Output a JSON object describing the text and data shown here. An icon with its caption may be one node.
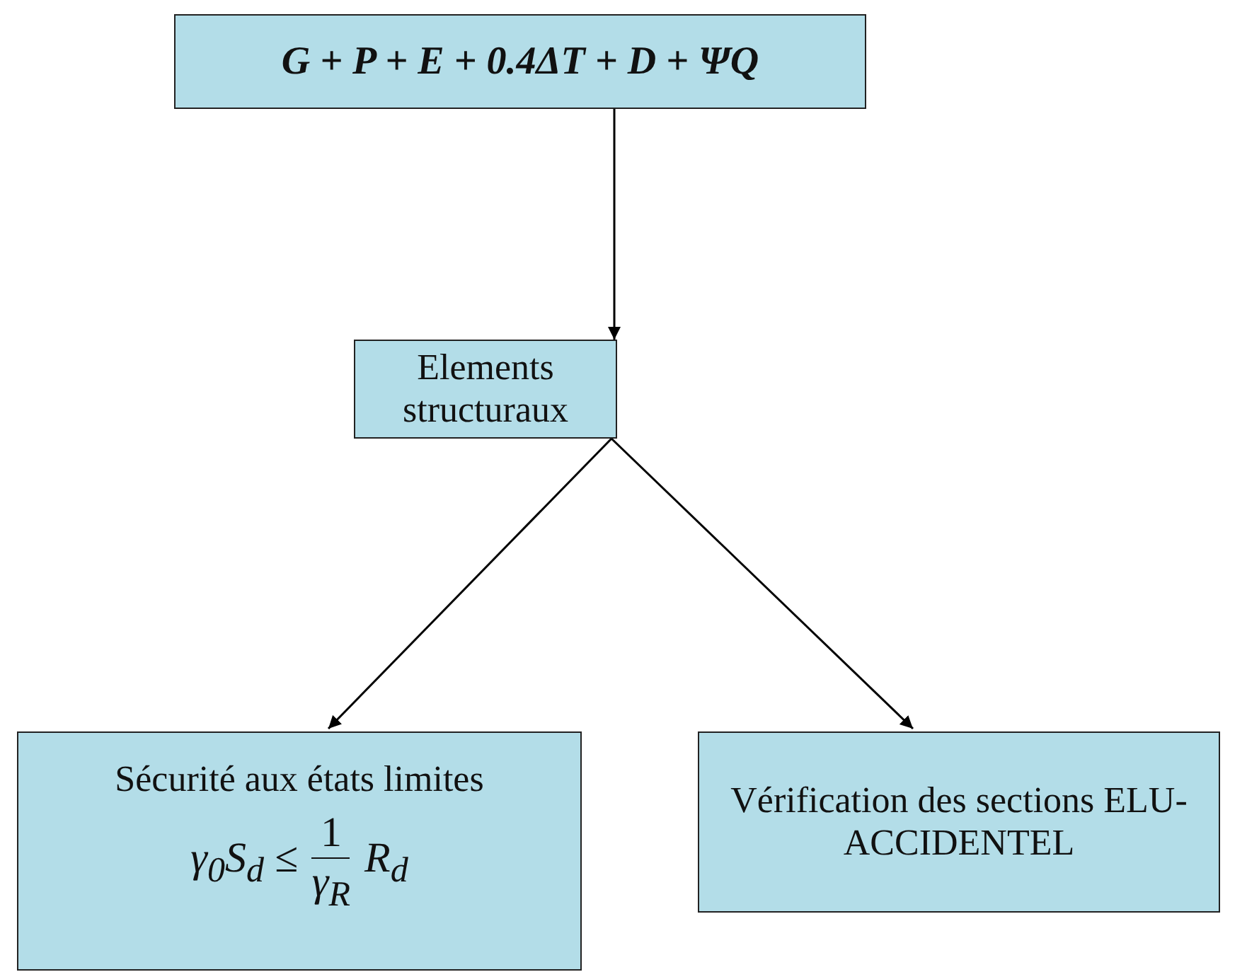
{
  "diagram": {
    "nodes": [
      {
        "text": [
          "G + P + E + 0.4ΔT + D + ΨQ"
        ]
      },
      {
        "text": [
          "Elements structuraux"
        ]
      },
      {
        "text": [
          "Sécurité aux états limites",
          "γ$_{0}$S$_{d}$ ≤",
          "1",
          "γ$_{R}$",
          "R$_{d}$"
        ]
      },
      {
        "text": [
          "Vérification des sections ELU-ACCIDENTEL"
        ]
      }
    ],
    "edges": [
      {
        "from": 0,
        "to": 1,
        "arrow": "to"
      },
      {
        "from": 1,
        "to": 2,
        "arrow": "to"
      },
      {
        "from": 1,
        "to": 3,
        "arrow": "to"
      }
    ]
  }
}
